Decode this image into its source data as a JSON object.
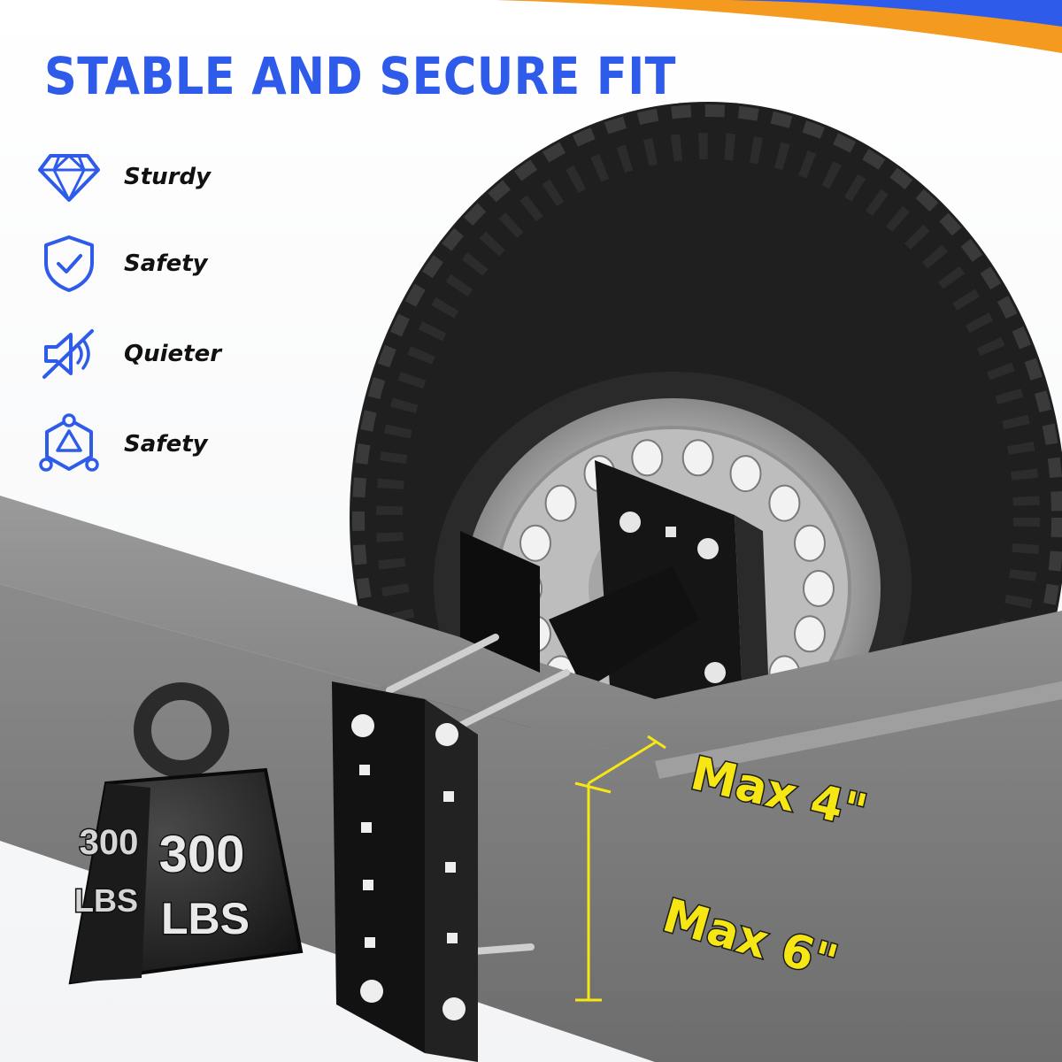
{
  "headline": "STABLE AND SECURE FIT",
  "features": [
    {
      "icon": "diamond-icon",
      "label": "Sturdy"
    },
    {
      "icon": "shield-check-icon",
      "label": "Safety"
    },
    {
      "icon": "mute-speaker-icon",
      "label": "Quieter"
    },
    {
      "icon": "network-hexagon-icon",
      "label": "Safety"
    }
  ],
  "weight": {
    "front_value": "300",
    "front_unit": "LBS",
    "side_value": "300",
    "side_unit": "LBS"
  },
  "dimensions": {
    "width_label": "Max 4\"",
    "height_label": "Max 6\""
  },
  "colors": {
    "accent_blue": "#2f5bea",
    "accent_orange": "#f39a1f",
    "label_yellow": "#f5e614"
  }
}
